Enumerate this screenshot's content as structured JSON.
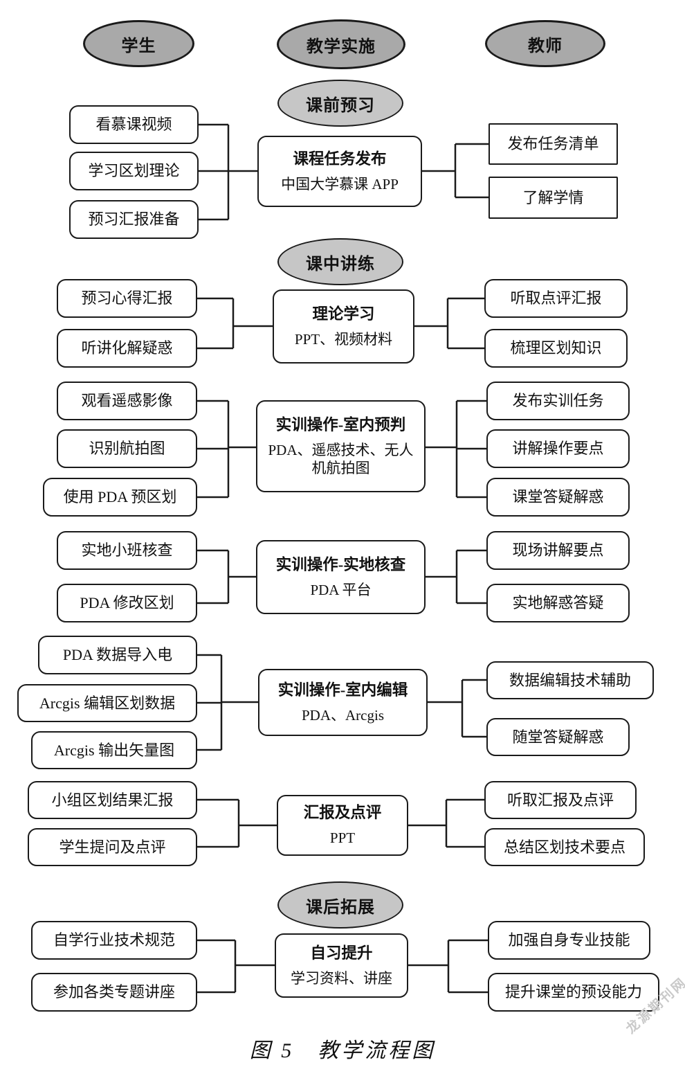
{
  "header": {
    "student": "学生",
    "implementation": "教学实施",
    "teacher": "教师"
  },
  "sections": [
    {
      "stage": "课前预习",
      "left": [
        "看慕课视频",
        "学习区划理论",
        "预习汇报准备"
      ],
      "center": {
        "title": "课程任务发布",
        "subtitle": "中国大学慕课 APP"
      },
      "right": [
        "发布任务清单",
        "了解学情"
      ]
    },
    {
      "stage": "课中讲练",
      "left": [
        "预习心得汇报",
        "听讲化解疑惑"
      ],
      "center": {
        "title": "理论学习",
        "subtitle": "PPT、视频材料"
      },
      "right": [
        "听取点评汇报",
        "梳理区划知识"
      ]
    },
    {
      "left": [
        "观看遥感影像",
        "识别航拍图",
        "使用 PDA 预区划"
      ],
      "center": {
        "title": "实训操作-室内预判",
        "subtitle": "PDA、遥感技术、无人机航拍图"
      },
      "right": [
        "发布实训任务",
        "讲解操作要点",
        "课堂答疑解惑"
      ]
    },
    {
      "left": [
        "实地小班核查",
        "PDA 修改区划"
      ],
      "center": {
        "title": "实训操作-实地核查",
        "subtitle": "PDA 平台"
      },
      "right": [
        "现场讲解要点",
        "实地解惑答疑"
      ]
    },
    {
      "left": [
        "PDA 数据导入电",
        "Arcgis 编辑区划数据",
        "Arcgis 输出矢量图"
      ],
      "center": {
        "title": "实训操作-室内编辑",
        "subtitle": "PDA、Arcgis"
      },
      "right": [
        "数据编辑技术辅助",
        "随堂答疑解惑"
      ]
    },
    {
      "left": [
        "小组区划结果汇报",
        "学生提问及点评"
      ],
      "center": {
        "title": "汇报及点评",
        "subtitle": "PPT"
      },
      "right": [
        "听取汇报及点评",
        "总结区划技术要点"
      ]
    },
    {
      "stage": "课后拓展",
      "left": [
        "自学行业技术规范",
        "参加各类专题讲座"
      ],
      "center": {
        "title": "自习提升",
        "subtitle": "学习资料、讲座"
      },
      "right": [
        "加强自身专业技能",
        "提升课堂的预设能力"
      ]
    }
  ],
  "caption": "图 5　教学流程图",
  "watermark": "龙源期刊网",
  "colors": {
    "header_ellipse": "#a9a9a9",
    "stage_ellipse": "#c6c6c6",
    "line": "#1a1a1a"
  }
}
